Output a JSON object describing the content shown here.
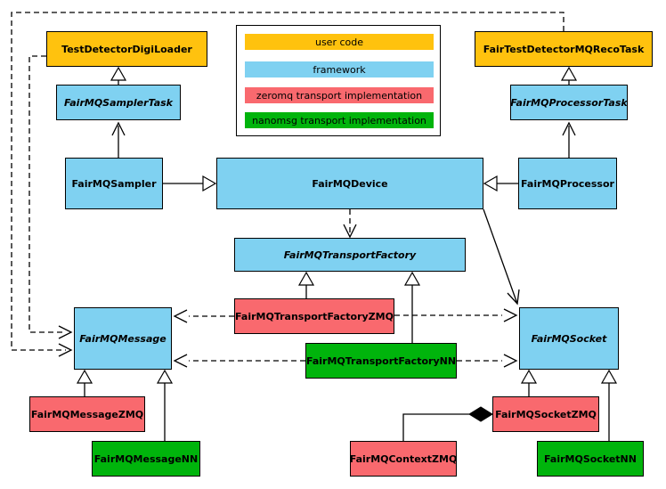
{
  "palette": {
    "user_code": "#ffc20e",
    "framework": "#7fd1f1",
    "zeromq": "#f9696e",
    "nanomsg": "#00b40c",
    "border": "#000000",
    "background": "#ffffff"
  },
  "legend": {
    "items": [
      {
        "label": "user code",
        "color": "#ffc20e"
      },
      {
        "label": "framework",
        "color": "#7fd1f1"
      },
      {
        "label": "zeromq transport implementation",
        "color": "#f9696e"
      },
      {
        "label": "nanomsg transport implementation",
        "color": "#00b40c"
      }
    ]
  },
  "nodes": {
    "testDetectorDigiLoader": {
      "label": "TestDetectorDigiLoader",
      "category": "user_code"
    },
    "fairTestDetectorMQRecoTask": {
      "label": "FairTestDetectorMQRecoTask",
      "category": "user_code"
    },
    "fairMQSamplerTask": {
      "label": "FairMQSamplerTask",
      "category": "framework",
      "abstract": true
    },
    "fairMQProcessorTask": {
      "label": "FairMQProcessorTask",
      "category": "framework",
      "abstract": true
    },
    "fairMQSampler": {
      "label": "FairMQSampler",
      "category": "framework"
    },
    "fairMQDevice": {
      "label": "FairMQDevice",
      "category": "framework"
    },
    "fairMQProcessor": {
      "label": "FairMQProcessor",
      "category": "framework"
    },
    "fairMQTransportFactory": {
      "label": "FairMQTransportFactory",
      "category": "framework",
      "abstract": true
    },
    "fairMQTransportFactoryZMQ": {
      "label": "FairMQTransportFactoryZMQ",
      "category": "zeromq"
    },
    "fairMQTransportFactoryNN": {
      "label": "FairMQTransportFactoryNN",
      "category": "nanomsg"
    },
    "fairMQMessage": {
      "label": "FairMQMessage",
      "category": "framework",
      "abstract": true
    },
    "fairMQSocket": {
      "label": "FairMQSocket",
      "category": "framework",
      "abstract": true
    },
    "fairMQMessageZMQ": {
      "label": "FairMQMessageZMQ",
      "category": "zeromq"
    },
    "fairMQMessageNN": {
      "label": "FairMQMessageNN",
      "category": "nanomsg"
    },
    "fairMQSocketZMQ": {
      "label": "FairMQSocketZMQ",
      "category": "zeromq"
    },
    "fairMQContextZMQ": {
      "label": "FairMQContextZMQ",
      "category": "zeromq"
    },
    "fairMQSocketNN": {
      "label": "FairMQSocketNN",
      "category": "nanomsg"
    }
  },
  "edges": [
    {
      "type": "inheritance-triangle",
      "from": "FairMQSamplerTask",
      "to": "TestDetectorDigiLoader"
    },
    {
      "type": "arrow",
      "from": "FairMQSampler",
      "to": "FairMQSamplerTask"
    },
    {
      "type": "inheritance-triangle",
      "from": "FairMQProcessorTask",
      "to": "FairTestDetectorMQRecoTask"
    },
    {
      "type": "arrow",
      "from": "FairMQProcessor",
      "to": "FairMQProcessorTask"
    },
    {
      "type": "inheritance-triangle",
      "from": "FairMQSampler",
      "to": "FairMQDevice"
    },
    {
      "type": "inheritance-triangle",
      "from": "FairMQProcessor",
      "to": "FairMQDevice"
    },
    {
      "type": "dashed-arrow",
      "from": "FairMQDevice",
      "to": "FairMQTransportFactory"
    },
    {
      "type": "arrow",
      "from": "FairMQDevice",
      "to": "FairMQSocket"
    },
    {
      "type": "inheritance-triangle",
      "from": "FairMQTransportFactoryZMQ",
      "to": "FairMQTransportFactory"
    },
    {
      "type": "inheritance-triangle",
      "from": "FairMQTransportFactoryNN",
      "to": "FairMQTransportFactory"
    },
    {
      "type": "dashed-arrow",
      "from": "FairMQTransportFactoryZMQ",
      "to": "FairMQMessage"
    },
    {
      "type": "dashed-arrow",
      "from": "FairMQTransportFactoryZMQ",
      "to": "FairMQSocket"
    },
    {
      "type": "dashed-arrow",
      "from": "FairMQTransportFactoryNN",
      "to": "FairMQMessage"
    },
    {
      "type": "dashed-arrow",
      "from": "FairMQTransportFactoryNN",
      "to": "FairMQSocket"
    },
    {
      "type": "inheritance-triangle",
      "from": "FairMQMessageZMQ",
      "to": "FairMQMessage"
    },
    {
      "type": "inheritance-triangle",
      "from": "FairMQMessageNN",
      "to": "FairMQMessage"
    },
    {
      "type": "inheritance-triangle",
      "from": "FairMQSocketZMQ",
      "to": "FairMQSocket"
    },
    {
      "type": "inheritance-triangle",
      "from": "FairMQSocketNN",
      "to": "FairMQSocket"
    },
    {
      "type": "composition-diamond",
      "from": "FairMQContextZMQ",
      "to": "FairMQSocketZMQ"
    },
    {
      "type": "dashed-arrow",
      "from": "TestDetectorDigiLoader",
      "to": "FairMQMessage"
    },
    {
      "type": "dashed-arrow",
      "from": "FairTestDetectorMQRecoTask",
      "to": "FairMQMessage"
    }
  ]
}
